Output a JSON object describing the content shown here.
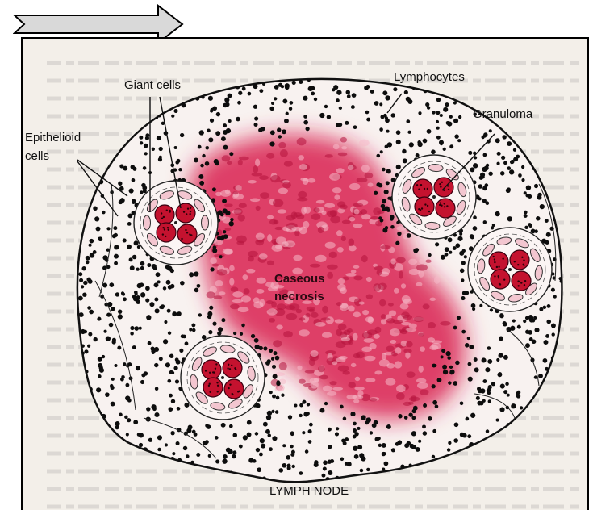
{
  "nav": {
    "arrow_icon": "right-arrow-icon",
    "arrow_fill": "#d9d9d9"
  },
  "figure": {
    "labels": {
      "giant_cells": "Giant cells",
      "lymphocytes": "Lymphocytes",
      "epithelioid_line1": "Epithelioid",
      "epithelioid_line2": "cells",
      "granuloma": "Granuloma",
      "caseous_line1": "Caseous",
      "caseous_line2": "necrosis",
      "lymph_node": "LYMPH NODE"
    },
    "colors": {
      "necrosis": "#d9224f",
      "cell_nucleus": "#c4122f",
      "page_background": "#f3efe9"
    }
  }
}
